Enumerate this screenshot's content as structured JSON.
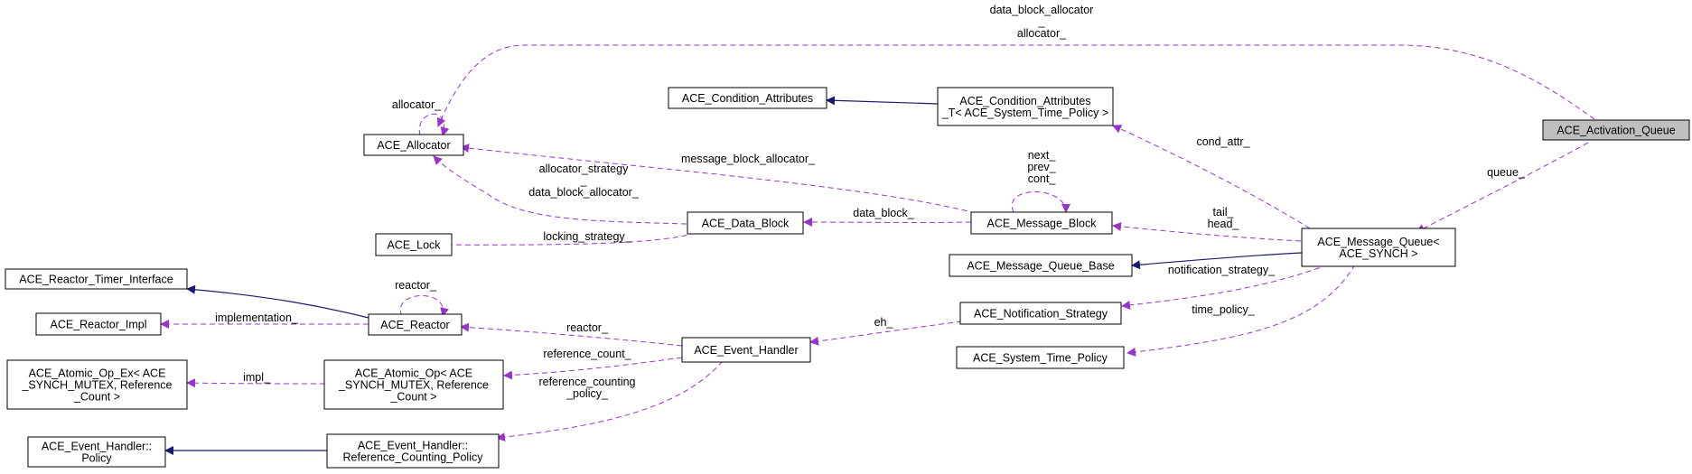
{
  "diagram": {
    "colors": {
      "usage_edge": "#9a32cd",
      "inherit_edge": "#191970",
      "highlight_node": "#bfbfbf"
    },
    "nodes": [
      {
        "id": "activation_queue",
        "lines": [
          "ACE_Activation_Queue"
        ],
        "highlight": true
      },
      {
        "id": "allocator",
        "lines": [
          "ACE_Allocator"
        ]
      },
      {
        "id": "condition_attributes",
        "lines": [
          "ACE_Condition_Attributes"
        ]
      },
      {
        "id": "condition_attributes_t",
        "lines": [
          "ACE_Condition_Attributes",
          "_T< ACE_System_Time_Policy >"
        ]
      },
      {
        "id": "lock",
        "lines": [
          "ACE_Lock"
        ]
      },
      {
        "id": "data_block",
        "lines": [
          "ACE_Data_Block"
        ]
      },
      {
        "id": "message_block",
        "lines": [
          "ACE_Message_Block"
        ]
      },
      {
        "id": "message_queue_base",
        "lines": [
          "ACE_Message_Queue_Base"
        ]
      },
      {
        "id": "message_queue",
        "lines": [
          "ACE_Message_Queue<",
          "ACE_SYNCH >"
        ]
      },
      {
        "id": "reactor_timer_interface",
        "lines": [
          "ACE_Reactor_Timer_Interface"
        ]
      },
      {
        "id": "reactor_impl",
        "lines": [
          "ACE_Reactor_Impl"
        ]
      },
      {
        "id": "reactor",
        "lines": [
          "ACE_Reactor"
        ]
      },
      {
        "id": "notification_strategy",
        "lines": [
          "ACE_Notification_Strategy"
        ]
      },
      {
        "id": "system_time_policy",
        "lines": [
          "ACE_System_Time_Policy"
        ]
      },
      {
        "id": "event_handler",
        "lines": [
          "ACE_Event_Handler"
        ]
      },
      {
        "id": "atomic_op_ex",
        "lines": [
          "ACE_Atomic_Op_Ex< ACE",
          "_SYNCH_MUTEX, Reference",
          "_Count >"
        ]
      },
      {
        "id": "atomic_op",
        "lines": [
          "ACE_Atomic_Op< ACE",
          "_SYNCH_MUTEX, Reference",
          "_Count >"
        ]
      },
      {
        "id": "event_handler_policy",
        "lines": [
          "ACE_Event_Handler::",
          "Policy"
        ]
      },
      {
        "id": "reference_counting_policy",
        "lines": [
          "ACE_Event_Handler::",
          "Reference_Counting_Policy"
        ]
      }
    ],
    "edge_labels": [
      {
        "id": "data_block_allocator_top",
        "lines": [
          "data_block_allocator",
          "_",
          "allocator_"
        ]
      },
      {
        "id": "allocator_self",
        "lines": [
          "allocator_"
        ]
      },
      {
        "id": "message_block_allocator",
        "lines": [
          "message_block_allocator_"
        ]
      },
      {
        "id": "allocator_strategy",
        "lines": [
          "allocator_strategy",
          "_",
          "data_block_allocator_"
        ]
      },
      {
        "id": "locking_strategy",
        "lines": [
          "locking_strategy_"
        ]
      },
      {
        "id": "data_block_edge",
        "lines": [
          "data_block_"
        ]
      },
      {
        "id": "message_block_self",
        "lines": [
          "next_",
          "prev_",
          "cont_"
        ]
      },
      {
        "id": "cond_attr",
        "lines": [
          "cond_attr_"
        ]
      },
      {
        "id": "queue",
        "lines": [
          "queue_"
        ]
      },
      {
        "id": "tail_head",
        "lines": [
          "tail_",
          "head_"
        ]
      },
      {
        "id": "notification_strategy_edge",
        "lines": [
          "notification_strategy_"
        ]
      },
      {
        "id": "time_policy",
        "lines": [
          "time_policy_"
        ]
      },
      {
        "id": "eh",
        "lines": [
          "eh_"
        ]
      },
      {
        "id": "reactor_edge",
        "lines": [
          "reactor_"
        ]
      },
      {
        "id": "reactor_self",
        "lines": [
          "reactor_"
        ]
      },
      {
        "id": "implementation",
        "lines": [
          "implementation_"
        ]
      },
      {
        "id": "reference_count",
        "lines": [
          "reference_count_"
        ]
      },
      {
        "id": "impl",
        "lines": [
          "impl_"
        ]
      },
      {
        "id": "reference_counting_policy_edge",
        "lines": [
          "reference_counting",
          "_policy_"
        ]
      }
    ]
  }
}
